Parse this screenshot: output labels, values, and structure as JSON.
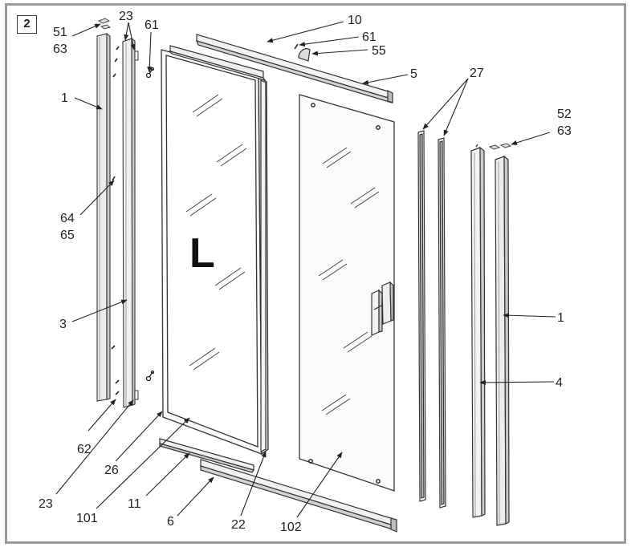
{
  "step_number": "2",
  "door_side_letter": "L",
  "labels": {
    "l51": "51",
    "l63a": "63",
    "l23a": "23",
    "l61a": "61",
    "l10": "10",
    "l61b": "61",
    "l55": "55",
    "l5": "5",
    "l27": "27",
    "l52": "52",
    "l63b": "63",
    "l1a": "1",
    "l64": "64",
    "l65": "65",
    "l3": "3",
    "l1b": "1",
    "l4": "4",
    "l62": "62",
    "l26": "26",
    "l23b": "23",
    "l101": "101",
    "l11": "11",
    "l6": "6",
    "l22": "22",
    "l102": "102"
  }
}
